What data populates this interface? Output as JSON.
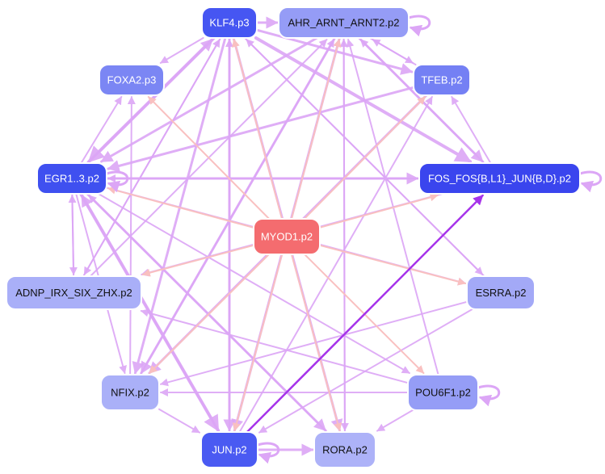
{
  "colors": {
    "edge_activation": "#dca6f6",
    "edge_myod": "#f9c0c0",
    "edge_strong": "#a633ea",
    "node_outline": "#ffffff",
    "node_dark": "#3c4cf0",
    "node_mid": "#7684f6",
    "node_light": "#a6acf8",
    "node_myod": "#f46b6e"
  },
  "nodes": [
    {
      "id": "klf4",
      "label": "KLF4.p3",
      "fill": "#4656f2",
      "text": "#ffffff"
    },
    {
      "id": "ahr",
      "label": "AHR_ARNT_ARNT2.p2",
      "fill": "#959cf6",
      "text": "#111111"
    },
    {
      "id": "foxa2",
      "label": "FOXA2.p3",
      "fill": "#7b86f4",
      "text": "#ffffff"
    },
    {
      "id": "tfeb",
      "label": "TFEB.p2",
      "fill": "#7480f4",
      "text": "#ffffff"
    },
    {
      "id": "egr1",
      "label": "EGR1..3.p2",
      "fill": "#3f50f0",
      "text": "#ffffff"
    },
    {
      "id": "fos",
      "label": "FOS_FOS{B,L1}_JUN{B,D}.p2",
      "fill": "#3a45ee",
      "text": "#ffffff"
    },
    {
      "id": "myod1",
      "label": "MYOD1.p2",
      "fill": "#f46c6f",
      "text": "#ffffff"
    },
    {
      "id": "adnp",
      "label": "ADNP_IRX_SIX_ZHX.p2",
      "fill": "#a9aff8",
      "text": "#111111"
    },
    {
      "id": "esrra",
      "label": "ESRRA.p2",
      "fill": "#a3a9f7",
      "text": "#111111"
    },
    {
      "id": "nfix",
      "label": "NFIX.p2",
      "fill": "#aab0f8",
      "text": "#111111"
    },
    {
      "id": "pou6f1",
      "label": "POU6F1.p2",
      "fill": "#959df6",
      "text": "#111111"
    },
    {
      "id": "jun",
      "label": "JUN.p2",
      "fill": "#4a5af2",
      "text": "#ffffff"
    },
    {
      "id": "rora",
      "label": "RORA.p2",
      "fill": "#adb2f8",
      "text": "#111111"
    }
  ],
  "edges": [
    {
      "from": "myod1",
      "to": "klf4",
      "kind": "myod",
      "weight": 2
    },
    {
      "from": "myod1",
      "to": "ahr",
      "kind": "myod",
      "weight": 2
    },
    {
      "from": "myod1",
      "to": "foxa2",
      "kind": "myod",
      "weight": 2
    },
    {
      "from": "myod1",
      "to": "tfeb",
      "kind": "myod",
      "weight": 2
    },
    {
      "from": "myod1",
      "to": "egr1",
      "kind": "myod",
      "weight": 2
    },
    {
      "from": "myod1",
      "to": "fos",
      "kind": "myod",
      "weight": 2
    },
    {
      "from": "myod1",
      "to": "adnp",
      "kind": "myod",
      "weight": 2
    },
    {
      "from": "myod1",
      "to": "esrra",
      "kind": "myod",
      "weight": 2
    },
    {
      "from": "myod1",
      "to": "nfix",
      "kind": "myod",
      "weight": 2
    },
    {
      "from": "myod1",
      "to": "pou6f1",
      "kind": "myod",
      "weight": 2
    },
    {
      "from": "myod1",
      "to": "jun",
      "kind": "myod",
      "weight": 2
    },
    {
      "from": "myod1",
      "to": "rora",
      "kind": "myod",
      "weight": 2
    },
    {
      "from": "jun",
      "to": "fos",
      "kind": "strong",
      "weight": 2.5
    },
    {
      "from": "klf4",
      "to": "foxa2",
      "kind": "act",
      "weight": 2
    },
    {
      "from": "klf4",
      "to": "tfeb",
      "kind": "act",
      "weight": 3
    },
    {
      "from": "klf4",
      "to": "fos",
      "kind": "act",
      "weight": 4
    },
    {
      "from": "klf4",
      "to": "egr1",
      "kind": "act",
      "weight": 4
    },
    {
      "from": "klf4",
      "to": "adnp",
      "kind": "act",
      "weight": 2
    },
    {
      "from": "klf4",
      "to": "esrra",
      "kind": "act",
      "weight": 2
    },
    {
      "from": "klf4",
      "to": "nfix",
      "kind": "act",
      "weight": 3
    },
    {
      "from": "klf4",
      "to": "jun",
      "kind": "act",
      "weight": 3
    },
    {
      "from": "klf4",
      "to": "rora",
      "kind": "act",
      "weight": 3
    },
    {
      "from": "ahr",
      "to": "tfeb",
      "kind": "act",
      "weight": 2
    },
    {
      "from": "ahr",
      "to": "egr1",
      "kind": "act",
      "weight": 3
    },
    {
      "from": "ahr",
      "to": "fos",
      "kind": "act",
      "weight": 3
    },
    {
      "from": "ahr",
      "to": "nfix",
      "kind": "act",
      "weight": 3
    },
    {
      "from": "ahr",
      "to": "jun",
      "kind": "act",
      "weight": 3
    },
    {
      "from": "ahr",
      "to": "rora",
      "kind": "act",
      "weight": 2
    },
    {
      "from": "tfeb",
      "to": "egr1",
      "kind": "act",
      "weight": 3
    },
    {
      "from": "tfeb",
      "to": "nfix",
      "kind": "act",
      "weight": 3
    },
    {
      "from": "tfeb",
      "to": "ahr",
      "kind": "act",
      "weight": 2
    },
    {
      "from": "egr1",
      "to": "fos",
      "kind": "act",
      "weight": 3
    },
    {
      "from": "egr1",
      "to": "foxa2",
      "kind": "act",
      "weight": 2
    },
    {
      "from": "egr1",
      "to": "adnp",
      "kind": "act",
      "weight": 2
    },
    {
      "from": "egr1",
      "to": "jun",
      "kind": "act",
      "weight": 4
    },
    {
      "from": "egr1",
      "to": "rora",
      "kind": "act",
      "weight": 3
    },
    {
      "from": "egr1",
      "to": "esrra",
      "kind": "act",
      "weight": 2
    },
    {
      "from": "egr1",
      "to": "pou6f1",
      "kind": "act",
      "weight": 2
    },
    {
      "from": "egr1",
      "to": "nfix",
      "kind": "act",
      "weight": 2
    },
    {
      "from": "egr1",
      "to": "klf4",
      "kind": "act",
      "weight": 3
    },
    {
      "from": "fos",
      "to": "tfeb",
      "kind": "act",
      "weight": 2
    },
    {
      "from": "fos",
      "to": "adnp",
      "kind": "act",
      "weight": 2
    },
    {
      "from": "fos",
      "to": "egr1",
      "kind": "act",
      "weight": 2
    },
    {
      "from": "fos",
      "to": "ahr",
      "kind": "act",
      "weight": 2
    },
    {
      "from": "adnp",
      "to": "egr1",
      "kind": "act",
      "weight": 2
    },
    {
      "from": "adnp",
      "to": "klf4",
      "kind": "act",
      "weight": 2
    },
    {
      "from": "adnp",
      "to": "ahr",
      "kind": "act",
      "weight": 2
    },
    {
      "from": "esrra",
      "to": "nfix",
      "kind": "act",
      "weight": 2
    },
    {
      "from": "esrra",
      "to": "jun",
      "kind": "act",
      "weight": 2
    },
    {
      "from": "esrra",
      "to": "klf4",
      "kind": "act",
      "weight": 2
    },
    {
      "from": "nfix",
      "to": "foxa2",
      "kind": "act",
      "weight": 2
    },
    {
      "from": "nfix",
      "to": "ahr",
      "kind": "act",
      "weight": 2
    },
    {
      "from": "nfix",
      "to": "jun",
      "kind": "act",
      "weight": 2
    },
    {
      "from": "pou6f1",
      "to": "nfix",
      "kind": "act",
      "weight": 2
    },
    {
      "from": "pou6f1",
      "to": "rora",
      "kind": "act",
      "weight": 2
    },
    {
      "from": "pou6f1",
      "to": "ahr",
      "kind": "act",
      "weight": 2
    },
    {
      "from": "pou6f1",
      "to": "adnp",
      "kind": "act",
      "weight": 2
    },
    {
      "from": "jun",
      "to": "klf4",
      "kind": "act",
      "weight": 2
    },
    {
      "from": "jun",
      "to": "rora",
      "kind": "act",
      "weight": 3
    },
    {
      "from": "jun",
      "to": "egr1",
      "kind": "act",
      "weight": 3
    },
    {
      "from": "jun",
      "to": "ahr",
      "kind": "act",
      "weight": 2
    },
    {
      "from": "jun",
      "to": "tfeb",
      "kind": "act",
      "weight": 2
    },
    {
      "from": "rora",
      "to": "ahr",
      "kind": "act",
      "weight": 2
    },
    {
      "from": "rora",
      "to": "egr1",
      "kind": "act",
      "weight": 2
    },
    {
      "from": "klf4",
      "to": "ahr",
      "kind": "act",
      "weight": 3
    }
  ],
  "self_loops": [
    "ahr",
    "egr1",
    "fos",
    "pou6f1",
    "jun"
  ]
}
